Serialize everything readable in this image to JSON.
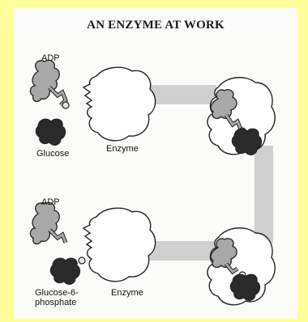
{
  "title": "AN ENZYME AT WORK",
  "labels": {
    "adp_top": "ADP",
    "glucose": "Glucose",
    "enzyme_top": "Enzyme",
    "adp_bottom": "ADP",
    "glucose6_line1": "Glucose-6-",
    "glucose6_line2": "phosphate",
    "enzyme_bottom": "Enzyme"
  },
  "colors": {
    "background": "#ffff99",
    "panel": "#fbfbf9",
    "connector": "#cfcfcf",
    "adp_fill": "#a8a8a8",
    "glucose_fill": "#2a2a2a",
    "outline": "#222222"
  }
}
